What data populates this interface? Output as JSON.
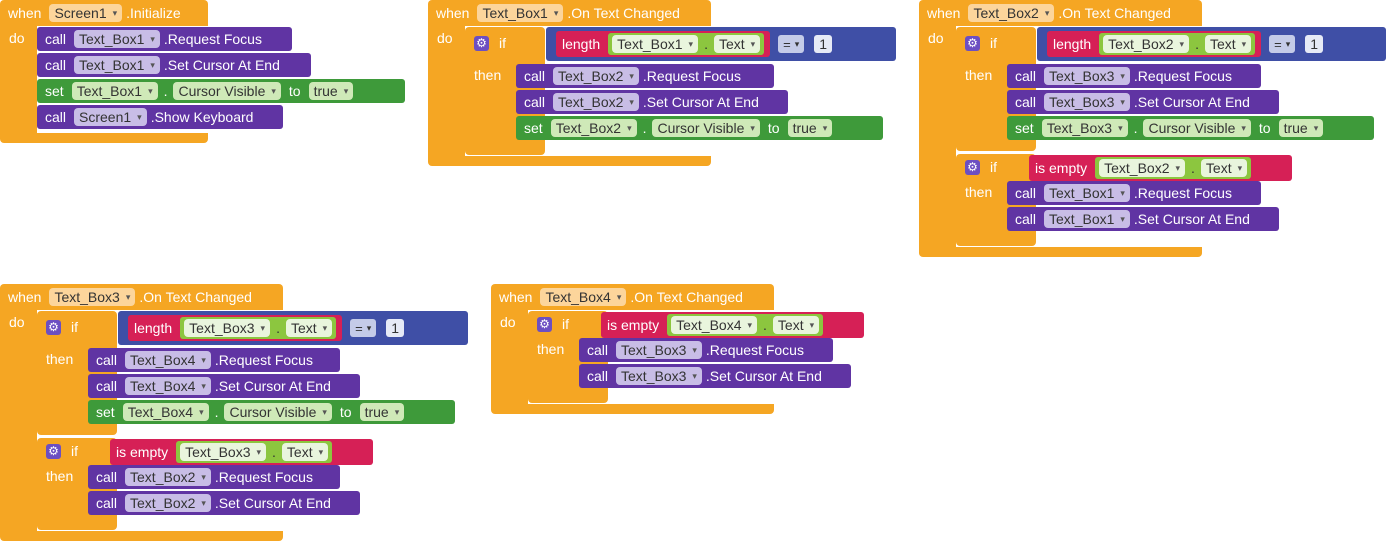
{
  "labels": {
    "when": "when",
    "do": "do",
    "call": "call",
    "set": "set",
    "to": "to",
    "if": "if",
    "then": "then",
    "length": "length",
    "is_empty": "is empty",
    "dot": ".",
    "eq": "=",
    "caret": "▾",
    "gear": "⚙"
  },
  "e1": {
    "comp": "Screen1",
    "event": ".Initialize",
    "r1": {
      "comp": "Text_Box1",
      "method": ".Request Focus"
    },
    "r2": {
      "comp": "Text_Box1",
      "method": ".Set Cursor At End"
    },
    "r3": {
      "comp": "Text_Box1",
      "prop": "Cursor Visible",
      "val": "true"
    },
    "r4": {
      "comp": "Screen1",
      "method": ".Show Keyboard"
    }
  },
  "e2": {
    "comp": "Text_Box1",
    "event": ".On Text Changed",
    "cond": {
      "comp": "Text_Box1",
      "prop": "Text",
      "num": "1"
    },
    "r1": {
      "comp": "Text_Box2",
      "method": ".Request Focus"
    },
    "r2": {
      "comp": "Text_Box2",
      "method": ".Set Cursor At End"
    },
    "r3": {
      "comp": "Text_Box2",
      "prop": "Cursor Visible",
      "val": "true"
    }
  },
  "e3": {
    "comp": "Text_Box2",
    "event": ".On Text Changed",
    "cond": {
      "comp": "Text_Box2",
      "prop": "Text",
      "num": "1"
    },
    "r1": {
      "comp": "Text_Box3",
      "method": ".Request Focus"
    },
    "r2": {
      "comp": "Text_Box3",
      "method": ".Set Cursor At End"
    },
    "r3": {
      "comp": "Text_Box3",
      "prop": "Cursor Visible",
      "val": "true"
    },
    "cond2": {
      "comp": "Text_Box2",
      "prop": "Text"
    },
    "s1": {
      "comp": "Text_Box1",
      "method": ".Request Focus"
    },
    "s2": {
      "comp": "Text_Box1",
      "method": ".Set Cursor At End"
    }
  },
  "e4": {
    "comp": "Text_Box3",
    "event": ".On Text Changed",
    "cond": {
      "comp": "Text_Box3",
      "prop": "Text",
      "num": "1"
    },
    "r1": {
      "comp": "Text_Box4",
      "method": ".Request Focus"
    },
    "r2": {
      "comp": "Text_Box4",
      "method": ".Set Cursor At End"
    },
    "r3": {
      "comp": "Text_Box4",
      "prop": "Cursor Visible",
      "val": "true"
    },
    "cond2": {
      "comp": "Text_Box3",
      "prop": "Text"
    },
    "s1": {
      "comp": "Text_Box2",
      "method": ".Request Focus"
    },
    "s2": {
      "comp": "Text_Box2",
      "method": ".Set Cursor At End"
    }
  },
  "e5": {
    "comp": "Text_Box4",
    "event": ".On Text Changed",
    "cond2": {
      "comp": "Text_Box4",
      "prop": "Text"
    },
    "s1": {
      "comp": "Text_Box3",
      "method": ".Request Focus"
    },
    "s2": {
      "comp": "Text_Box3",
      "method": ".Set Cursor At End"
    }
  }
}
